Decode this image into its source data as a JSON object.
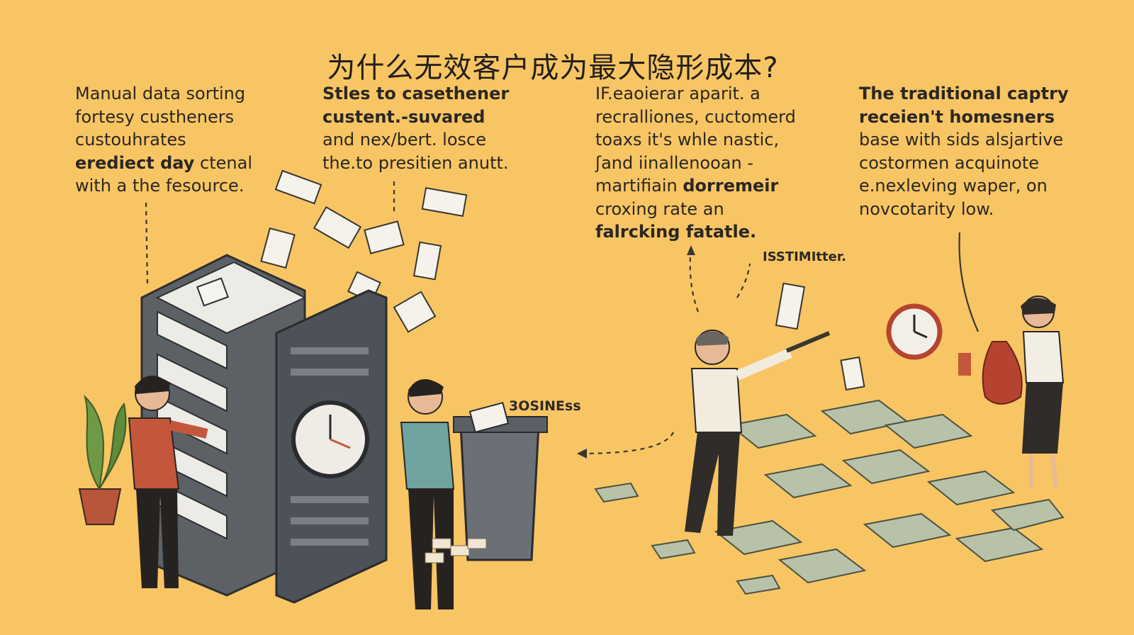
{
  "title": "为什么无效客户成为最大隐形成本?",
  "columns": [
    {
      "lines": [
        {
          "text": "Manual data sorting",
          "bold": false
        },
        {
          "text": "fortesy custheners",
          "bold": false
        },
        {
          "text": "custouhrates",
          "bold": false
        },
        {
          "text": "erediect day",
          "bold": true,
          "rest": " ctenal"
        },
        {
          "text": "with a the fesource.",
          "bold": false
        }
      ]
    },
    {
      "lines": [
        {
          "text": "Stles to casethener",
          "bold": true
        },
        {
          "text": "custent.-suvared",
          "bold": true
        },
        {
          "text": "and nex/bert. losce",
          "bold": false
        },
        {
          "text": "the.to presitien anutt.",
          "bold": false
        }
      ]
    },
    {
      "lines": [
        {
          "text": "IF.eaoierar aparit. a",
          "bold": false
        },
        {
          "text": "recralliones, cuctomerd",
          "bold": false
        },
        {
          "text": "toaxs it's whle nastic,",
          "bold": false
        },
        {
          "text": "ʃand iinallenooan -",
          "bold": false
        },
        {
          "text": "martifiain ",
          "bold": false,
          "boldrest": "dorremeir"
        },
        {
          "text": "croxing rate an",
          "bold": false
        },
        {
          "text": "falrcking fatatle.",
          "bold": true
        }
      ]
    },
    {
      "lines": [
        {
          "text": "The traditional captry",
          "bold": true
        },
        {
          "text": "receien't homesners",
          "bold": true
        },
        {
          "text": "base with sids alsjartive",
          "bold": false
        },
        {
          "text": "costormen acquinote",
          "bold": false
        },
        {
          "text": "e.nexleving waper, on",
          "bold": false
        },
        {
          "text": "novcotarity low.",
          "bold": false
        }
      ]
    }
  ],
  "labels": {
    "label_right": "ISSTIMItter.",
    "label_center": "3OSINEss"
  },
  "colors": {
    "background": "#f7c563",
    "server": "#5c6166",
    "server_light": "#ecebe6",
    "shirt_red": "#c4573b",
    "shirt_teal": "#6fa4a0",
    "money": "#b8c2a8",
    "plant": "#6f9a45"
  }
}
